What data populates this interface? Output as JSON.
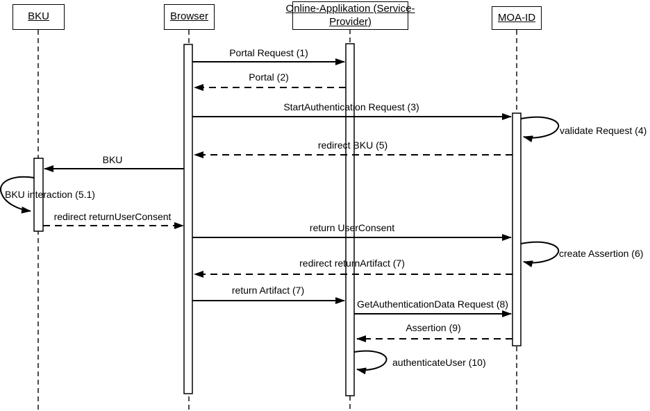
{
  "diagram": {
    "type": "uml-sequence-diagram",
    "colors": {
      "line": "#000000",
      "background": "#ffffff",
      "text": "#000000"
    },
    "actors": [
      {
        "id": "bku",
        "label": "BKU"
      },
      {
        "id": "browser",
        "label": "Browser"
      },
      {
        "id": "online-app",
        "label": "Online-Applikation (Service-Provider)",
        "label_lines": [
          "Online-Applikation (Service-",
          "Provider)"
        ]
      },
      {
        "id": "moa-id",
        "label": "MOA-ID"
      }
    ],
    "messages": [
      {
        "label": "Portal Request (1)",
        "from": "Browser",
        "to": "Online-Applikation (Service-Provider)",
        "style": "solid"
      },
      {
        "label": "Portal (2)",
        "from": "Online-Applikation (Service-Provider)",
        "to": "Browser",
        "style": "dashed"
      },
      {
        "label": "StartAuthentication Request (3)",
        "from": "Browser",
        "to": "MOA-ID",
        "style": "solid"
      },
      {
        "label": "validate Request (4)",
        "from": "MOA-ID",
        "to": "MOA-ID",
        "style": "self"
      },
      {
        "label": "redirect BKU (5)",
        "from": "MOA-ID",
        "to": "Browser",
        "style": "dashed"
      },
      {
        "label": "BKU",
        "from": "Browser",
        "to": "BKU",
        "style": "solid"
      },
      {
        "label": "BKU interaction (5.1)",
        "from": "BKU",
        "to": "BKU",
        "style": "self"
      },
      {
        "label": "redirect returnUserConsent",
        "from": "BKU",
        "to": "Browser",
        "style": "dashed"
      },
      {
        "label": "return UserConsent",
        "from": "Browser",
        "to": "MOA-ID",
        "style": "solid"
      },
      {
        "label": "create Assertion (6)",
        "from": "MOA-ID",
        "to": "MOA-ID",
        "style": "self"
      },
      {
        "label": "redirect returnArtifact (7)",
        "from": "MOA-ID",
        "to": "Browser",
        "style": "dashed"
      },
      {
        "label": "return Artifact (7)",
        "from": "Browser",
        "to": "Online-Applikation (Service-Provider)",
        "style": "solid"
      },
      {
        "label": "GetAuthenticationData Request (8)",
        "from": "Online-Applikation (Service-Provider)",
        "to": "MOA-ID",
        "style": "solid"
      },
      {
        "label": "Assertion (9)",
        "from": "MOA-ID",
        "to": "Online-Applikation (Service-Provider)",
        "style": "dashed"
      },
      {
        "label": "authenticateUser (10)",
        "from": "Online-Applikation (Service-Provider)",
        "to": "Online-Applikation (Service-Provider)",
        "style": "self"
      }
    ]
  }
}
